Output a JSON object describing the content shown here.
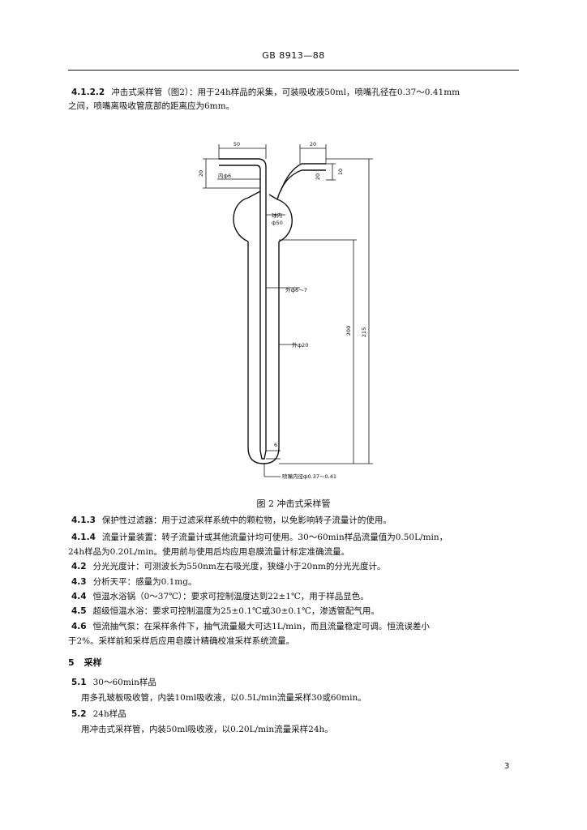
{
  "header": {
    "standard_code": "GB 8913—88"
  },
  "para_4122": {
    "number": "4.1.2.2",
    "line1": "冲击式采样管（图2）：用于24h样品的采集，可装吸收液50ml，喷嘴孔径在0.37～0.41mm",
    "line2": "之间，喷嘴离吸收管底部的距离应为6mm。"
  },
  "figure": {
    "caption": "图 2  冲击式采样管",
    "labels": {
      "dim_50": "50",
      "dim_20_top": "20",
      "dim_20_left": "20",
      "dim_10": "10",
      "dim_20_right": "20",
      "inner_6": "内ф6",
      "ball_1": "球内",
      "ball_2": "ф50",
      "outer_tube": "外ф6～7",
      "dim_200": "200",
      "dim_215": "215",
      "outer_20": "外ф20",
      "dim_6": "6",
      "nozzle": "喷嘴内径ф0.37～0.41"
    }
  },
  "items": [
    {
      "number": "4.1.3",
      "line1": "保护性过滤器：用于过滤采样系统中的颗粒物，以免影响转子流量计的使用。",
      "line2": ""
    },
    {
      "number": "4.1.4",
      "line1": "流量计量装置：转子流量计或其他流量计均可使用。30～60min样品流量值为0.50L/min，",
      "line2": "24h样品为0.20L/min。使用前与使用后均应用皂膜流量计标定准确流量。"
    },
    {
      "number": "4.2",
      "line1": "分光光度计：可测波长为550nm左右吸光度，狭缝小于20nm的分光光度计。",
      "line2": ""
    },
    {
      "number": "4.3",
      "line1": "分析天平：感量为0.1mg。",
      "line2": ""
    },
    {
      "number": "4.4",
      "line1": "恒温水浴锅（0～37℃）：要求可控制温度达到22±1℃，用于样品显色。",
      "line2": ""
    },
    {
      "number": "4.5",
      "line1": "超级恒温水浴：要求可控制温度为25±0.1℃或30±0.1℃，渗透管配气用。",
      "line2": ""
    },
    {
      "number": "4.6",
      "line1": "恒流抽气泵：在采样条件下，抽气流量最大可达1L/min，而且流量稳定可调。恒流误差小",
      "line2": "于2%。采样前和采样后应用皂膜计精确校准采样系统流量。"
    }
  ],
  "section5": {
    "number": "5",
    "title": "采样",
    "s51_number": "5.1",
    "s51_title": "30～60min样品",
    "s51_body": "用多孔玻板吸收管，内装10ml吸收液，以0.5L/min流量采样30或60min。",
    "s52_number": "5.2",
    "s52_title": "24h样品",
    "s52_body": "用冲击式采样管，内装50ml吸收液，以0.20L/min流量采样24h。"
  },
  "footer": {
    "page_number": "3"
  }
}
